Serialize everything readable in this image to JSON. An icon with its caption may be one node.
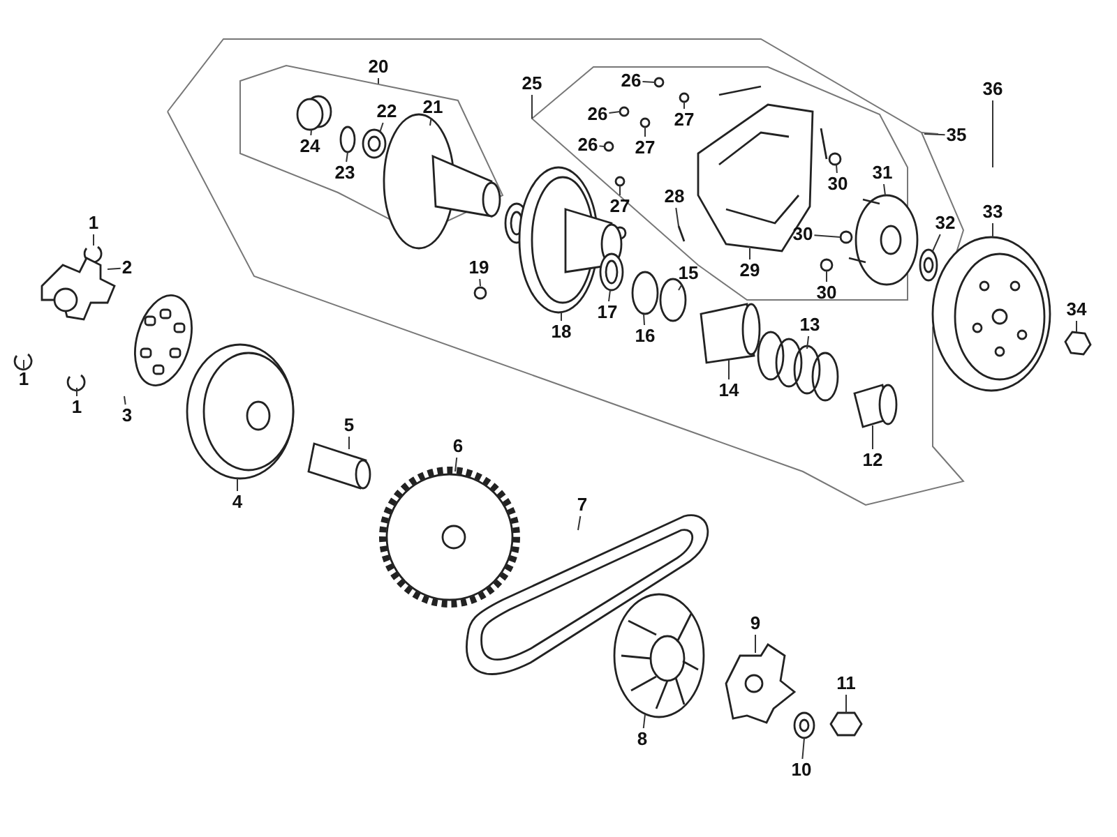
{
  "diagram": {
    "nodes": [
      {
        "text": [
          "1"
        ]
      },
      {
        "text": [
          "2"
        ]
      },
      {
        "text": [
          "1"
        ]
      },
      {
        "text": [
          "1"
        ]
      },
      {
        "text": [
          "3"
        ]
      },
      {
        "text": [
          "4"
        ]
      },
      {
        "text": [
          "5"
        ]
      },
      {
        "text": [
          "6"
        ]
      },
      {
        "text": [
          "7"
        ]
      },
      {
        "text": [
          "8"
        ]
      },
      {
        "text": [
          "9"
        ]
      },
      {
        "text": [
          "10"
        ]
      },
      {
        "text": [
          "11"
        ]
      },
      {
        "text": [
          "12"
        ]
      },
      {
        "text": [
          "13"
        ]
      },
      {
        "text": [
          "14"
        ]
      },
      {
        "text": [
          "15"
        ]
      },
      {
        "text": [
          "16"
        ]
      },
      {
        "text": [
          "17"
        ]
      },
      {
        "text": [
          "18"
        ]
      },
      {
        "text": [
          "19"
        ]
      },
      {
        "text": [
          "20"
        ]
      },
      {
        "text": [
          "21"
        ]
      },
      {
        "text": [
          "22"
        ]
      },
      {
        "text": [
          "23"
        ]
      },
      {
        "text": [
          "24"
        ]
      },
      {
        "text": [
          "25"
        ]
      },
      {
        "text": [
          "26"
        ]
      },
      {
        "text": [
          "26"
        ]
      },
      {
        "text": [
          "26"
        ]
      },
      {
        "text": [
          "27"
        ]
      },
      {
        "text": [
          "27"
        ]
      },
      {
        "text": [
          "27"
        ]
      },
      {
        "text": [
          "28"
        ]
      },
      {
        "text": [
          "29"
        ]
      },
      {
        "text": [
          "30"
        ]
      },
      {
        "text": [
          "30"
        ]
      },
      {
        "text": [
          "30"
        ]
      },
      {
        "text": [
          "31"
        ]
      },
      {
        "text": [
          "32"
        ]
      },
      {
        "text": [
          "33"
        ]
      },
      {
        "text": [
          "34"
        ]
      },
      {
        "text": [
          "35"
        ]
      },
      {
        "text": [
          "36"
        ]
      }
    ],
    "edges": [
      {
        "from": 0,
        "to": null,
        "arrow": "none"
      },
      {
        "from": 1,
        "to": null,
        "arrow": "none"
      },
      {
        "from": 2,
        "to": null,
        "arrow": "none"
      },
      {
        "from": 3,
        "to": null,
        "arrow": "none"
      },
      {
        "from": 4,
        "to": null,
        "arrow": "none"
      },
      {
        "from": 5,
        "to": null,
        "arrow": "none"
      },
      {
        "from": 6,
        "to": null,
        "arrow": "none"
      },
      {
        "from": 7,
        "to": null,
        "arrow": "none"
      },
      {
        "from": 8,
        "to": null,
        "arrow": "none"
      },
      {
        "from": 9,
        "to": null,
        "arrow": "none"
      },
      {
        "from": 10,
        "to": null,
        "arrow": "none"
      },
      {
        "from": 11,
        "to": null,
        "arrow": "none"
      },
      {
        "from": 12,
        "to": null,
        "arrow": "none"
      },
      {
        "from": 13,
        "to": null,
        "arrow": "none"
      },
      {
        "from": 14,
        "to": null,
        "arrow": "none"
      },
      {
        "from": 15,
        "to": null,
        "arrow": "none"
      },
      {
        "from": 16,
        "to": null,
        "arrow": "none"
      },
      {
        "from": 17,
        "to": null,
        "arrow": "none"
      },
      {
        "from": 18,
        "to": null,
        "arrow": "none"
      },
      {
        "from": 19,
        "to": null,
        "arrow": "none"
      },
      {
        "from": 20,
        "to": null,
        "arrow": "none"
      },
      {
        "from": 21,
        "to": null,
        "arrow": "none"
      },
      {
        "from": 22,
        "to": null,
        "arrow": "none"
      },
      {
        "from": 23,
        "to": null,
        "arrow": "none"
      },
      {
        "from": 24,
        "to": null,
        "arrow": "none"
      },
      {
        "from": 25,
        "to": null,
        "arrow": "none"
      },
      {
        "from": 26,
        "to": null,
        "arrow": "none"
      },
      {
        "from": 27,
        "to": null,
        "arrow": "none"
      },
      {
        "from": 28,
        "to": null,
        "arrow": "none"
      },
      {
        "from": 29,
        "to": null,
        "arrow": "none"
      },
      {
        "from": 30,
        "to": null,
        "arrow": "none"
      },
      {
        "from": 31,
        "to": null,
        "arrow": "none"
      },
      {
        "from": 32,
        "to": null,
        "arrow": "none"
      },
      {
        "from": 33,
        "to": null,
        "arrow": "none"
      },
      {
        "from": 34,
        "to": null,
        "arrow": "none"
      },
      {
        "from": 35,
        "to": null,
        "arrow": "none"
      },
      {
        "from": 36,
        "to": null,
        "arrow": "none"
      },
      {
        "from": 37,
        "to": null,
        "arrow": "none"
      },
      {
        "from": 38,
        "to": null,
        "arrow": "none"
      },
      {
        "from": 39,
        "to": null,
        "arrow": "none"
      },
      {
        "from": 40,
        "to": null,
        "arrow": "none"
      },
      {
        "from": 41,
        "to": null,
        "arrow": "none"
      },
      {
        "from": 42,
        "to": null,
        "arrow": "none"
      },
      {
        "from": 43,
        "to": null,
        "arrow": "none"
      }
    ]
  }
}
